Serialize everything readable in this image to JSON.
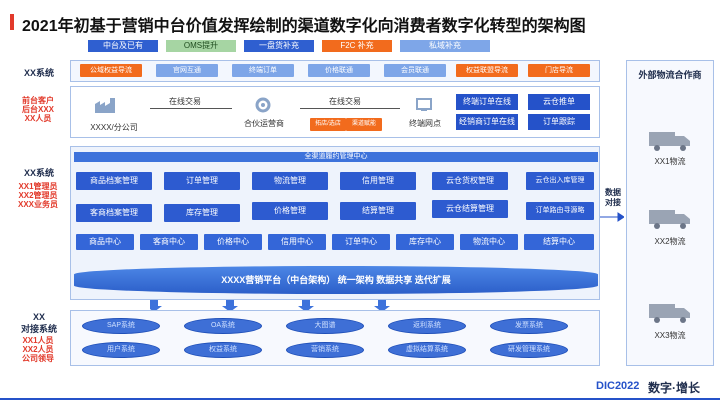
{
  "title": "2021年初基于营销中台价值发挥绘制的渠道数字化向消费者数字化转型的架构图",
  "legend": [
    {
      "label": "中台及已有",
      "color": "#2f5fd0"
    },
    {
      "label": "OMS提升",
      "color": "#a6d5a3"
    },
    {
      "label": "一盘货补充",
      "color": "#2f5fd0"
    },
    {
      "label": "F2C 补充",
      "color": "#f26b1d"
    },
    {
      "label": "私域补充",
      "color": "#7ea6e8"
    }
  ],
  "row_xx_system": {
    "label": "XX系统",
    "items": [
      "公域权益导流",
      "官网互通",
      "终端订单",
      "价格联通",
      "会员联通",
      "权益联盟导流",
      "门店导流"
    ]
  },
  "front": {
    "label": "前台客户",
    "sub1": "后台XXX",
    "sub2": "XX人员",
    "node_left": "XXXX/分公司",
    "node_mid": "合伙运营商",
    "node_right": "终端网点",
    "edge1": "在线交易",
    "edge2": "在线交易",
    "mid_badges": [
      "拓店/选店",
      "渠道赋能"
    ],
    "right_boxes": [
      "终端订单在线",
      "云仓推单",
      "经销商订单在线",
      "订单跟踪"
    ]
  },
  "middle": {
    "label": "XX系统",
    "roles": [
      "XX1管理员",
      "XX2管理员",
      "XXX业务员"
    ],
    "center_label": "全渠道履约管理中心",
    "modules_r1": [
      "商品档案管理",
      "订单管理",
      "物流管理",
      "信用管理",
      "云仓货权管理",
      "云仓出入库管理"
    ],
    "modules_r2": [
      "客商档案管理",
      "库存管理",
      "价格管理",
      "结算管理",
      "云仓结算管理",
      "订单路由寻源略"
    ],
    "centers": [
      "商品中心",
      "客商中心",
      "价格中心",
      "信用中心",
      "订单中心",
      "库存中心",
      "物流中心",
      "结算中心"
    ],
    "platform": "XXXX营销平台（中台架构）    统一架构    数据共享    迭代扩展"
  },
  "data_link": "数据\n对接",
  "bottom": {
    "label": "XX",
    "label2": "对接系统",
    "roles": [
      "XX1人员",
      "XX2人员",
      "公司领导"
    ],
    "top_row": [
      "SAP系统",
      "OA系统",
      "大图谱",
      "返利系统",
      "发票系统"
    ],
    "bottom_row": [
      "用户系统",
      "权益系统",
      "营销系统",
      "虚拟结算系统",
      "研发管理系统"
    ]
  },
  "logistics": {
    "title": "外部物流合作商",
    "items": [
      "XX1物流",
      "XX2物流",
      "XX3物流"
    ]
  },
  "footer": {
    "logo_text": "DIC2022",
    "brand": "数字·增长"
  }
}
